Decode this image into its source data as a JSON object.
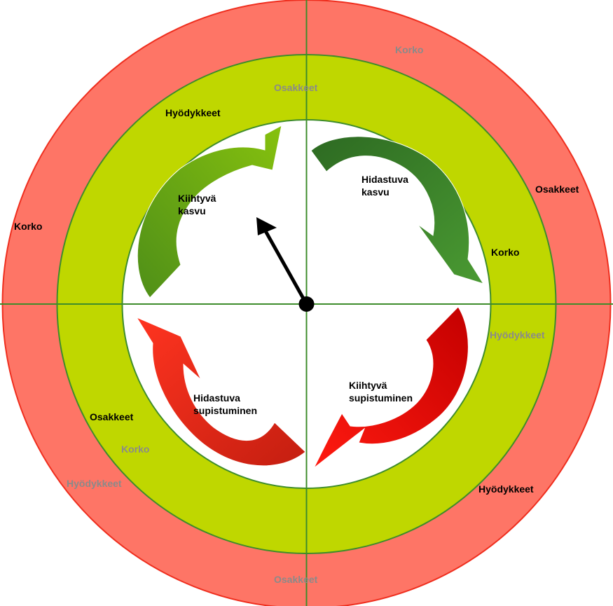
{
  "colors": {
    "outer_ring": "#fe7566",
    "outer_ring_stroke": "#ef2e1e",
    "middle_ring": "#bfd700",
    "divider": "#3e8c2b",
    "center": "#ffffff",
    "pointer": "#000000",
    "label_dark": "#000000",
    "label_muted": "#8a8a8a"
  },
  "phases": {
    "accelerating_growth": {
      "line1": "Kiihtyvä",
      "line2": "kasvu"
    },
    "slowing_growth": {
      "line1": "Hidastuva",
      "line2": "kasvu"
    },
    "accelerating_contraction": {
      "line1": "Kiihtyvä",
      "line2": "supistuminen"
    },
    "slowing_contraction": {
      "line1": "Hidastuva",
      "line2": "supistuminen"
    }
  },
  "labels": {
    "top_outer_korko": "Korko",
    "top_inner_osakkeet": "Osakkeet",
    "topleft_hyodykkeet": "Hyödykkeet",
    "left_korko": "Korko",
    "right_osakkeet": "Osakkeet",
    "right_korko": "Korko",
    "right_hyodykkeet": "Hyödykkeet",
    "bottomleft_osakkeet": "Osakkeet",
    "bottomleft_korko": "Korko",
    "bottomleft_hyodykkeet": "Hyödykkeet",
    "bottomright_hyodykkeet": "Hyödykkeet",
    "bottom_osakkeet": "Osakkeet"
  }
}
